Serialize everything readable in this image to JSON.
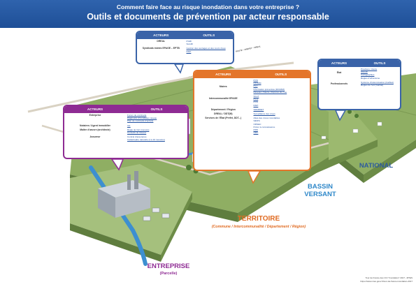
{
  "header": {
    "subtitle": "Comment faire face au risque inondation dans votre entreprise ?",
    "title": "Outils et documents de prévention par acteur responsable"
  },
  "columns": {
    "actors": "ACTEURS",
    "tools": "OUTILS"
  },
  "panels": {
    "top": {
      "rows": [
        {
          "actor": "DREAL",
          "tools": [
            "PGRI",
            "SLGRI"
          ]
        },
        {
          "actor": "Syndicats mixtes EPAGE – EPTB",
          "tools": [
            "Gestion des ouvrages et des cours d'eau",
            "PAPI"
          ]
        }
      ]
    },
    "enterprise": {
      "rows": [
        {
          "actor": "Entreprise",
          "tools": [
            "Forum de continuité",
            "Diagnostic d'inondation réseau",
            "Plan de continuité d'activité"
          ]
        },
        {
          "actor": "Notaires / Agent immobilier",
          "tools": [
            "IAL"
          ]
        },
        {
          "actor": "Maître d'œuvre (architecte)",
          "tools": [
            "Règle de l'art (mesure)",
            "Conseils de travaux"
          ]
        },
        {
          "actor": "Assureur",
          "tools": [
            "Contrat d'assurance",
            "Catastrophe naturelle (1 à 10 mesures)"
          ]
        }
      ]
    },
    "territory": {
      "rows": [
        {
          "actor": "Maires",
          "tools": [
            "PCS",
            "DICRIM",
            "PLU",
            "Information préventive (DICRIM)",
            "Réseaux d'alerte, Repères de crue"
          ]
        },
        {
          "actor": "Intercommunalité EPAGE",
          "tools": [
            "SCoT",
            "PLUi",
            "PCS",
            "PAPI"
          ]
        },
        {
          "actor": "Département / Région",
          "tools": [
            "SRADDET"
          ]
        },
        {
          "actor": "DREAL / DDT(M)",
          "tools": [
            "Surveillance des crues"
          ]
        },
        {
          "actor": "Services de l'État (Préfet, DDT...)",
          "tools": [
            "Atlas des zones inondables",
            "SIDPC",
            "ORSEC",
            "Porter à connaissance",
            "PPR",
            "ORC"
          ]
        }
      ]
    },
    "national": {
      "rows": [
        {
          "actor": "État",
          "tools": [
            "Prévision / Alerte",
            "SNGRI",
            "Cartographies",
            "Règles d'urbanisme"
          ]
        },
        {
          "actor": "Professionnels",
          "tools": [
            "Système d'indemnisation (CatNat)",
            "Règles de l'art (CatNat)"
          ]
        }
      ]
    }
  },
  "labels": {
    "national": "NATIONAL",
    "bassin": "BASSIN VERSANT",
    "territoire": "TERRITOIRE",
    "territoire_sub": "(Commune / Intercommunalité / Département / Région)",
    "entreprise": "ENTREPRISE",
    "entreprise_sub": "(Parcelle)",
    "road_marker": "ROUTE – PREFET – DREAL"
  },
  "credits": {
    "line1": "Tour de France des CCI \"Inondation\" 2017 - MTES",
    "line2": "https://www.mtes.gouv.fr/tour-de-france-inondation-2017"
  },
  "colors": {
    "enterprise": "#8e2b93",
    "territory": "#e4752a",
    "national": "#3a63a8",
    "water": "#2f88c9",
    "land": "#8fae63"
  }
}
